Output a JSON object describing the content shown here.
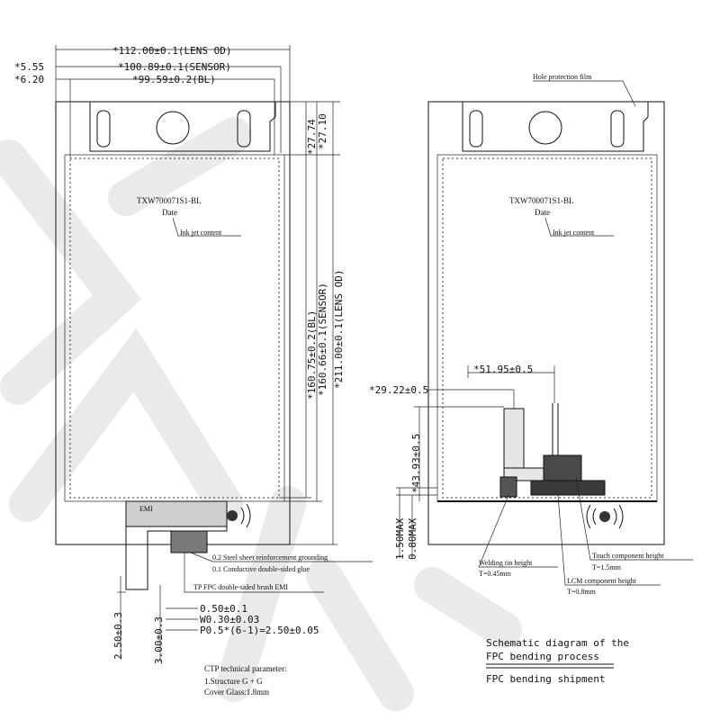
{
  "left_view": {
    "dims": {
      "lens_od_w": "*112.00±0.1(LENS OD)",
      "sensor_w": "*100.89±0.1(SENSOR)",
      "bl_w": "*99.59±0.2(BL)",
      "off_5_55": "*5.55",
      "off_6_20": "*6.20",
      "d_27_74": "*27.74",
      "d_27_10": "*27.10",
      "bl_h": "*160.75±0.2(BL)",
      "sensor_h": "*160.66±0.1(SENSOR)",
      "lens_od_h": "*211.00±0.1(LENS OD)",
      "tab_len": "2.50±0.3",
      "tab_len2": "3.00±0.3",
      "pad_w": "0.50±0.1",
      "wire_w": "W0.30±0.03",
      "pitch": "P0.5*(6-1)=2.50±0.05"
    },
    "part_no": "TXW700071S1-BL",
    "date_label": "Date",
    "ink_jet": "Ink jet content",
    "fpc_label": "EMI",
    "notes": {
      "steel": "0.2 Steel sheet reinforcement grounding",
      "glue": "0.1 Conductive double-sided glue",
      "tp_fpc": "TP FPC double-sided brush EMI"
    },
    "ctp": {
      "title": "CTP technical parameter:",
      "structure": "1.Structure G + G",
      "cover": "Cover Glass:1.8mm"
    }
  },
  "right_view": {
    "hole_film": "Hole protection film",
    "part_no": "TXW700071S1-BL",
    "date_label": "Date",
    "ink_jet": "Ink jet content",
    "dims": {
      "d_51_95": "*51.95±0.5",
      "d_29_22": "*29.22±0.5",
      "d_43_93": "*43.93±0.5",
      "max_1_50": "1.50MAX",
      "max_0_80": "0.80MAX"
    },
    "notes": {
      "touch_h": "Touch component height",
      "touch_t": "T=1.5mm",
      "weld_h": "Welding tin height",
      "weld_t": "T=0.45mm",
      "lcm_h": "LCM component height",
      "lcm_t": "T=0.8mm"
    }
  },
  "captions": {
    "schematic_1": "Schematic diagram of the",
    "schematic_2": "FPC bending process",
    "shipment": "FPC bending shipment"
  }
}
